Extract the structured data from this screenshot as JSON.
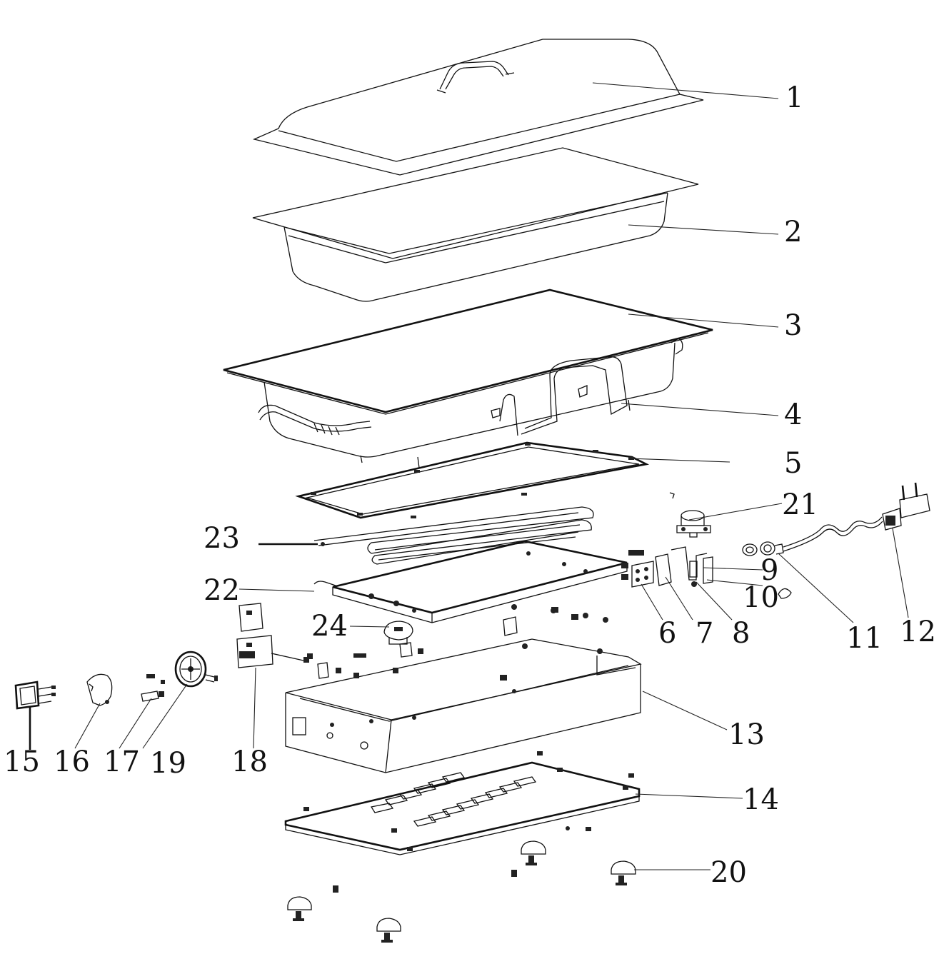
{
  "labels": [
    "1",
    "2",
    "3",
    "4",
    "5",
    "21",
    "23",
    "9",
    "22",
    "10",
    "24",
    "6",
    "7",
    "8",
    "11",
    "12",
    "13",
    "15",
    "16",
    "17",
    "19",
    "18",
    "14",
    "20"
  ],
  "colors": {
    "line": "#111111",
    "background": "#ffffff"
  }
}
